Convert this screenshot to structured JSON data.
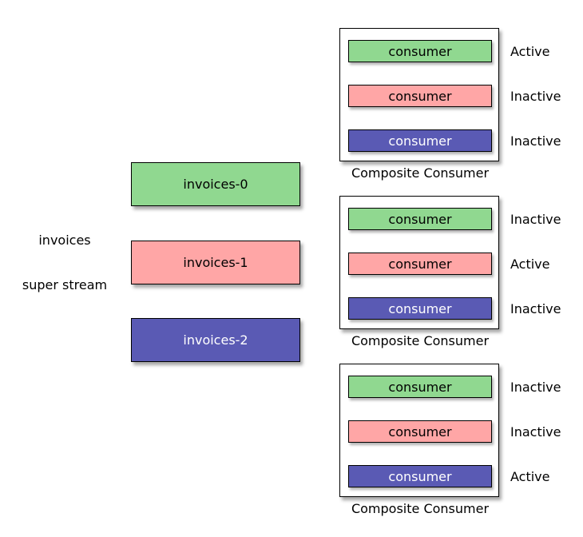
{
  "diagram": {
    "background": "#FFFFFF",
    "border_color": "#000000",
    "palette": {
      "green": "#90D890",
      "pink": "#FFA6A6",
      "blue": "#5A5AB4"
    },
    "stream": {
      "name": "invoices",
      "type": "super stream",
      "partitions": [
        {
          "label": "invoices-0",
          "color": "#90D890",
          "text_color": "#000000"
        },
        {
          "label": "invoices-1",
          "color": "#FFA6A6",
          "text_color": "#000000"
        },
        {
          "label": "invoices-2",
          "color": "#5A5AB4",
          "text_color": "#FFFFFF"
        }
      ]
    },
    "composites": [
      {
        "caption": "Composite Consumer",
        "consumers": [
          {
            "label": "consumer",
            "color": "#90D890",
            "text_color": "#000000",
            "status": "Active"
          },
          {
            "label": "consumer",
            "color": "#FFA6A6",
            "text_color": "#000000",
            "status": "Inactive"
          },
          {
            "label": "consumer",
            "color": "#5A5AB4",
            "text_color": "#FFFFFF",
            "status": "Inactive"
          }
        ]
      },
      {
        "caption": "Composite Consumer",
        "consumers": [
          {
            "label": "consumer",
            "color": "#90D890",
            "text_color": "#000000",
            "status": "Inactive"
          },
          {
            "label": "consumer",
            "color": "#FFA6A6",
            "text_color": "#000000",
            "status": "Active"
          },
          {
            "label": "consumer",
            "color": "#5A5AB4",
            "text_color": "#FFFFFF",
            "status": "Inactive"
          }
        ]
      },
      {
        "caption": "Composite Consumer",
        "consumers": [
          {
            "label": "consumer",
            "color": "#90D890",
            "text_color": "#000000",
            "status": "Inactive"
          },
          {
            "label": "consumer",
            "color": "#FFA6A6",
            "text_color": "#000000",
            "status": "Inactive"
          },
          {
            "label": "consumer",
            "color": "#5A5AB4",
            "text_color": "#FFFFFF",
            "status": "Active"
          }
        ]
      }
    ]
  }
}
